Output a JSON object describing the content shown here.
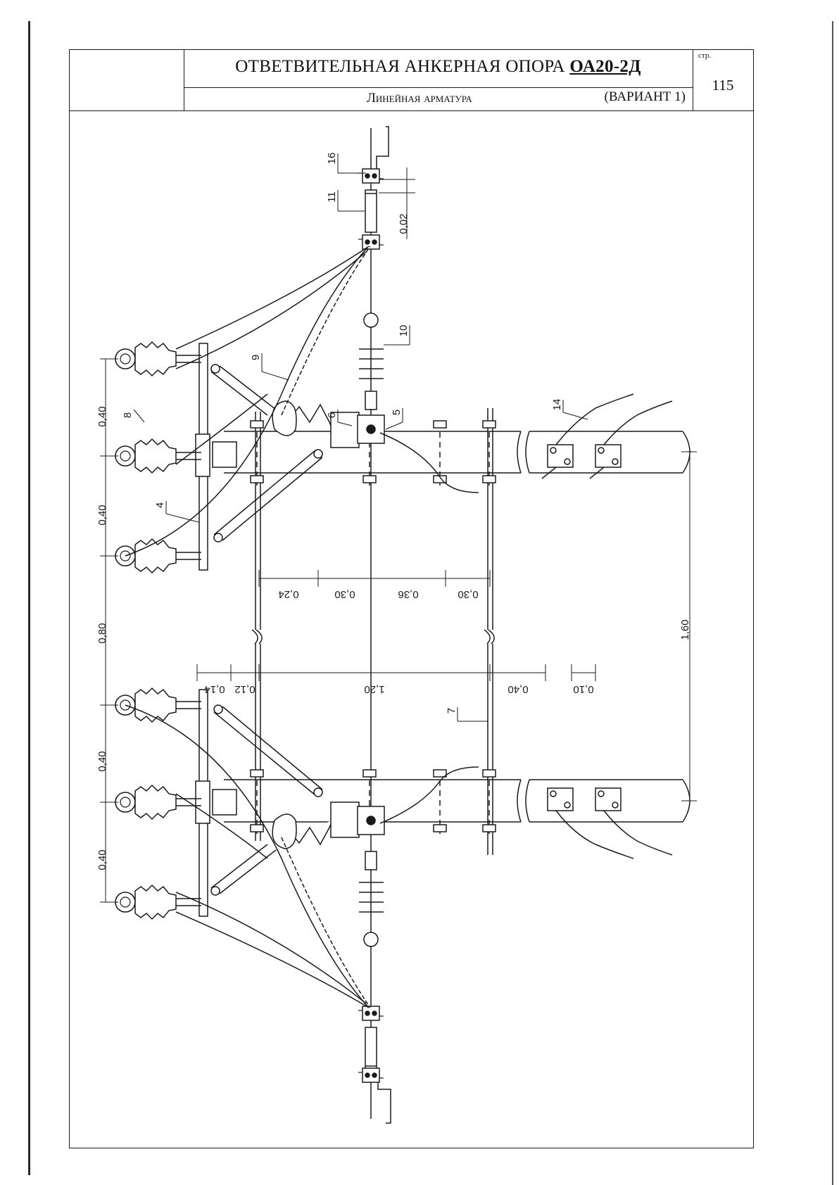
{
  "header": {
    "title": "ОТВЕТВИТЕЛЬНАЯ АНКЕРНАЯ ОПОРА",
    "title_code": "ОА20-2Д",
    "subtitle": "Линейная арматура",
    "variant": "(ВАРИАНТ 1)",
    "page_label": "стр.",
    "page_number": "115"
  },
  "dimensions": {
    "v_040_a": "0,40",
    "v_040_b": "0,40",
    "v_080": "0,80",
    "v_040_c": "0,40",
    "v_040_d": "0,40",
    "v_160": "1,60",
    "h_024": "0,24",
    "h_030_a": "0,30",
    "h_036": "0,36",
    "h_030_b": "0,30",
    "h_014": "0,14",
    "h_012": "0,12",
    "h_120": "1,20",
    "h_040": "0,40",
    "h_010": "0,10",
    "h_002": "0,02"
  },
  "callouts": {
    "c16": "16",
    "c11": "11",
    "c10": "10",
    "c9": "9",
    "c8": "8",
    "c6": "6",
    "c5": "5",
    "c4": "4",
    "c14": "14",
    "c7": "7"
  },
  "colors": {
    "ink": "#1a1a1a",
    "paper": "#ffffff"
  }
}
